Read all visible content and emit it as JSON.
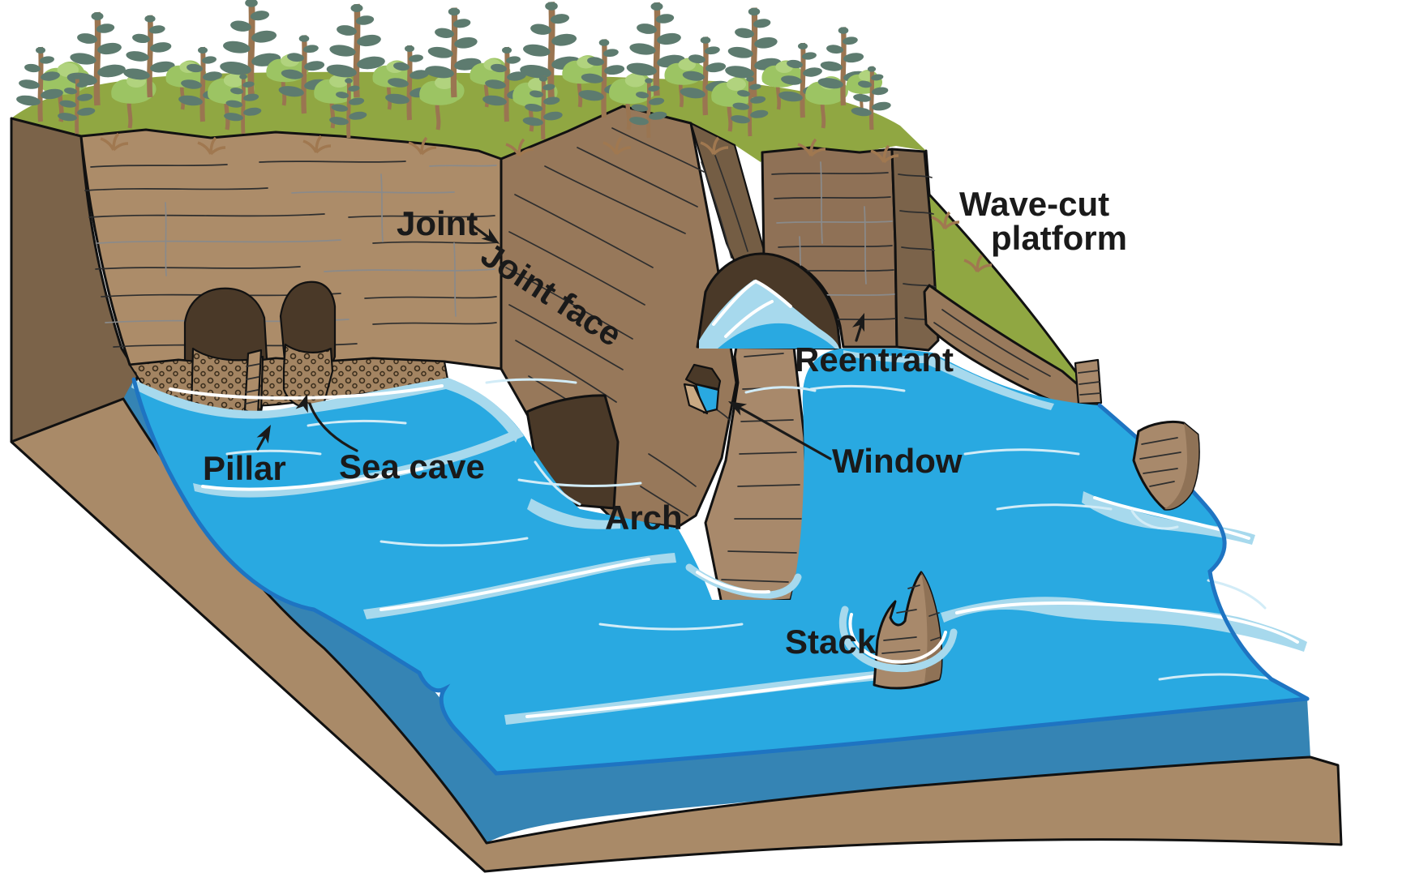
{
  "figure": {
    "type": "block-diagram"
  },
  "labels": {
    "joint": "Joint",
    "joint_face": "Joint face",
    "wave_cut_platform": {
      "line1": "Wave-cut",
      "line2": "platform"
    },
    "reentrant": "Reentrant",
    "window": "Window",
    "arch": "Arch",
    "sea_cave": "Sea cave",
    "pillar": "Pillar",
    "stack": "Stack"
  },
  "colors": {
    "water": "#29A9E1",
    "water_foam": "#A7D9ED",
    "water_front_face": "#3584B4",
    "water_edge": "#1E74C2",
    "grass": "#90A742",
    "cliff_light": "#AC8C69",
    "cliff_mid": "#97785A",
    "cliff_dark_side": "#7B6349",
    "cliff_right": "#8F7156",
    "cave_shadow": "#4A3928",
    "rock_base": "#A98A68",
    "conifer_foliage": "#5D7B6F",
    "broadleaf_foliage": "#9CC463",
    "tree_trunk": "#9A7551",
    "outline": "#111111",
    "label_text": "#1A1A1A"
  }
}
